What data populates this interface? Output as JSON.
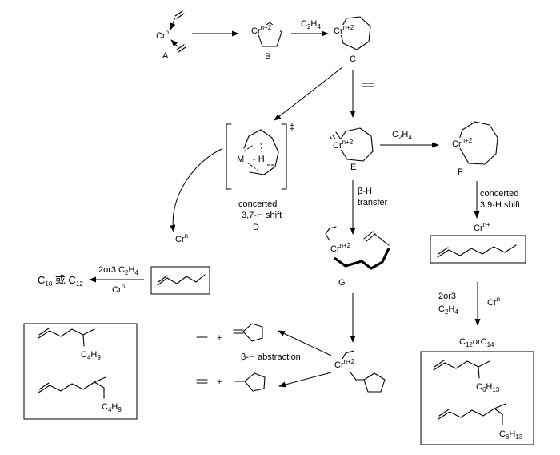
{
  "compounds": {
    "A": {
      "label": "A",
      "metal": "Cr",
      "charge": "n"
    },
    "B": {
      "label": "B",
      "metal": "Cr",
      "charge": "n+2"
    },
    "C": {
      "label": "C",
      "metal": "Cr",
      "charge": "n+2"
    },
    "D": {
      "label": "D",
      "metal": "M",
      "hydride": "H",
      "ts_mark": "‡",
      "caption": [
        "concerted",
        "3,7-H shift"
      ]
    },
    "E": {
      "label": "E",
      "metal": "Cr",
      "charge": "n+2"
    },
    "F": {
      "label": "F",
      "metal": "Cr",
      "charge": "n+2"
    },
    "G": {
      "label": "G",
      "metal": "Cr",
      "charge": "n+2"
    },
    "H": {
      "metal": "Cr",
      "charge": "n+2"
    }
  },
  "reagents": {
    "b_to_c": {
      "main": "C",
      "sub1": "2",
      "mid": "H",
      "sub2": "4"
    },
    "e_to_f": {
      "main": "C",
      "sub1": "2",
      "mid": "H",
      "sub2": "4"
    },
    "c_to_e": "ethylene",
    "e_to_g": [
      "β-H",
      "transfer"
    ],
    "f_path": [
      "concerted",
      "3,9-H shift"
    ],
    "f_release": {
      "metal": "Cr",
      "charge": "n+"
    },
    "d_release": {
      "metal": "Cr",
      "charge": "n+"
    },
    "hexene_arrow": {
      "line1_pre": "2or3 C",
      "line1_sub1": "2",
      "line1_mid": "H",
      "line1_sub2": "4",
      "line2": "Cr",
      "line2_sup": "n"
    },
    "octene_arrow": {
      "line1": "2or3",
      "line2_pre": "C",
      "line2_sub1": "2",
      "line2_mid": "H",
      "line2_sub2": "4",
      "side": "Cr",
      "side_sup": "n"
    },
    "beta_abstraction": "β-H abstraction"
  },
  "products": {
    "c10_c12": {
      "p1": "C",
      "s1": "10",
      "mid": " 或 C",
      "s2": "12"
    },
    "c12_c14": {
      "p1": "C",
      "s1": "12",
      "mid": "orC",
      "s2": "14"
    },
    "c4h9_a": {
      "main": "C",
      "s1": "4",
      "mid": "H",
      "s2": "9"
    },
    "c4h9_b": {
      "main": "C",
      "s1": "4",
      "mid": "H",
      "s2": "9"
    },
    "c6h13_a": {
      "main": "C",
      "s1": "6",
      "mid": "H",
      "s2": "13"
    },
    "c6h13_b": {
      "main": "C",
      "s1": "6",
      "mid": "H",
      "s2": "13"
    },
    "plus_1": "+",
    "plus_2": "+"
  }
}
